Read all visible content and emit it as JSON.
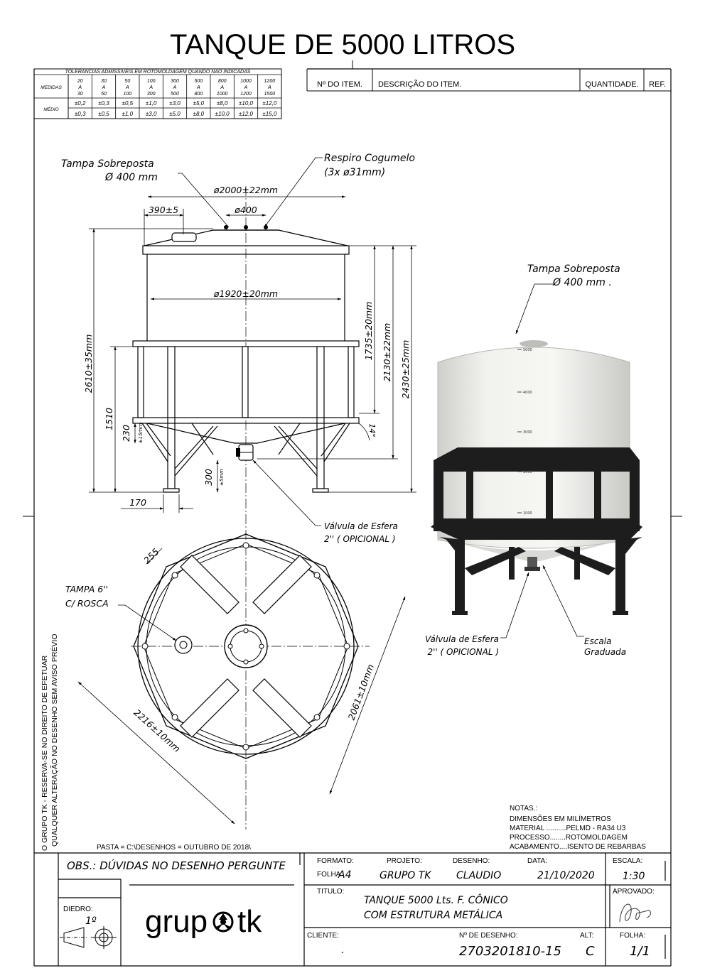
{
  "title": "TANQUE DE 5000 LITROS",
  "tolerances": {
    "caption": "TOLERANCIAS ADMISSIVEIS EM ROTOMOLDAGEM QUANDO NÃO INDICADAS",
    "row_label_medidas": "MEDIDAS",
    "row_label_medio": "MÉDIO",
    "ranges": [
      [
        "20",
        "A",
        "30"
      ],
      [
        "30",
        "A",
        "50"
      ],
      [
        "50",
        "A",
        "100"
      ],
      [
        "100",
        "A",
        "300"
      ],
      [
        "300",
        "A",
        "500"
      ],
      [
        "500",
        "A",
        "800"
      ],
      [
        "800",
        "A",
        "1000"
      ],
      [
        "1000",
        "A",
        "1200"
      ],
      [
        "1200",
        "A",
        "1500"
      ]
    ],
    "row1": [
      "±0,2",
      "±0,3",
      "±0,5",
      "±1,0",
      "±3,0",
      "±5,0",
      "±8,0",
      "±10,0",
      "±12,0"
    ],
    "row2": [
      "±0,3",
      "±0,5",
      "±1,0",
      "±3,0",
      "±5,0",
      "±8,0",
      "±10,0",
      "±12,0",
      "±15,0"
    ]
  },
  "items_header": {
    "item_no": "Nº DO ITEM.",
    "description": "DESCRIÇÃO DO ITEM.",
    "quantity": "QUANTIDADE.",
    "ref": "REF."
  },
  "labels": {
    "tampa_sobreposta": "Tampa Sobreposta",
    "tampa_diam": "Ø 400 mm",
    "respiro": "Respiro Cogumelo",
    "respiro_qty": "(3x ø31mm)",
    "valvula": "Válvula de Esfera",
    "valvula_opt": "2'' ( OPICIONAL )",
    "tampa6": "TAMPA 6''",
    "rosca": "C/ ROSCA",
    "photo_tampa": "Tampa Sobreposta",
    "photo_tampa_diam": "Ø 400 mm   .",
    "photo_valvula": "Válvula de Esfera",
    "photo_valvula_opt": "2'' ( OPICIONAL )",
    "escala": "Escala",
    "graduada": "Graduada"
  },
  "dimensions": {
    "d2000": "ø2000±22mm",
    "d390": "390±5",
    "d400": "ø400",
    "d1920": "ø1920±20mm",
    "h2610": "2610±35mm",
    "h1510": "1510",
    "h230": "230",
    "h230tol": "±15mm",
    "h300": "300",
    "h300tol": "±5mm",
    "h1735": "1735±20mm",
    "h2130": "2130±22mm",
    "h2430": "2430±25mm",
    "angle": "14°",
    "w170": "170",
    "d255": "255",
    "d2216": "2216±10mm",
    "d2061": "2061±10mm"
  },
  "scale_marks": [
    "5000",
    "4000",
    "3000",
    "2000",
    "1000"
  ],
  "side_note": [
    "O GRUPO TK - RESERVA-SE NO DIREITO DE EFETUAR",
    "QUALQUER ALTERAÇÃO NO DESENHO SEM AVISO PRÉVIO"
  ],
  "notes": {
    "heading": "NOTAS.:",
    "lines": [
      "DIMENSÕES EM MILÍMETROS",
      "MATERIAL ..........PELMD - RA34 U3",
      "PROCESSO........ROTOMOLDAGEM",
      "ACABAMENTO....ISENTO DE REBARBAS"
    ]
  },
  "folder": "PASTA = C:\\DESENHOS = OUTUBRO DE 2018\\",
  "obs": "OBS.: DÚVIDAS NO DESENHO PERGUNTE",
  "diedro": {
    "label": "DIEDRO:",
    "value": "1º"
  },
  "logo": "grupotk",
  "title_block": {
    "formato_label": "FORMATO:",
    "folha_label": "FOLHA",
    "folha_value": "A4",
    "projeto_label": "PROJETO:",
    "projeto_value": "GRUPO TK",
    "desenho_label": "DESENHO:",
    "desenho_value": "CLAUDIO",
    "data_label": "DATA:",
    "data_value": "21/10/2020",
    "escala_label": "ESCALA:",
    "escala_value": "1:30",
    "titulo_label": "TITULO:",
    "titulo_line1": "TANQUE 5000 Lts. F. CÔNICO",
    "titulo_line2": "COM ESTRUTURA METÁLICA",
    "aprovado_label": "APROVADO:",
    "cliente_label": "CLIENTE:",
    "cliente_value": ".",
    "n_desenho_label": "Nº DE DESENHO:",
    "n_desenho_value": "2703201810-15",
    "alt_label": "ALT:",
    "alt_value": "C",
    "folha2_label": "FOLHA:",
    "folha2_value": "1/1"
  }
}
